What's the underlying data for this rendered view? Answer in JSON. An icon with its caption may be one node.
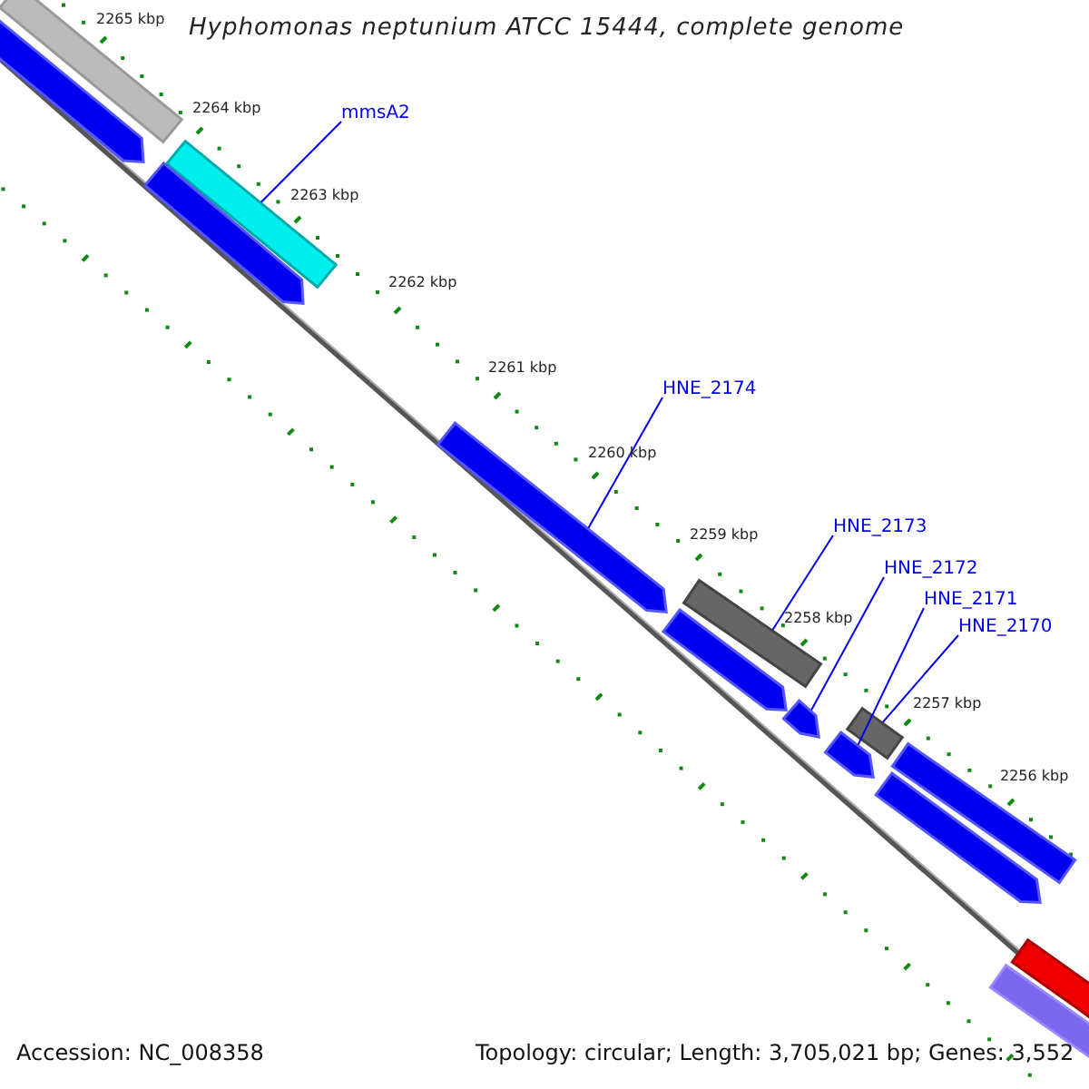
{
  "diagram": {
    "title": "Hyphomonas neptunium ATCC 15444, complete genome",
    "nodes": [
      {
        "text": [
          "mmsA2"
        ]
      },
      {
        "text": [],
        "shape": "bar"
      },
      {
        "text": [
          "HNE_2174"
        ]
      },
      {
        "text": [],
        "shape": "bar"
      },
      {
        "text": [
          "HNE_2173"
        ]
      },
      {
        "text": [],
        "shape": "bar"
      },
      {
        "text": [
          "HNE_2172"
        ]
      },
      {
        "text": [],
        "shape": "bar"
      },
      {
        "text": [
          "HNE_2171"
        ]
      },
      {
        "text": [],
        "shape": "bar"
      },
      {
        "text": [
          "HNE_2170"
        ]
      },
      {
        "text": [],
        "shape": "bar"
      },
      {
        "text": [],
        "shape": "bar"
      },
      {
        "text": [],
        "shape": "bar"
      },
      {
        "text": [],
        "shape": "bar"
      },
      {
        "text": [],
        "shape": "bar"
      },
      {
        "text": [],
        "shape": "bar"
      },
      {
        "text": [],
        "shape": "bar"
      },
      {
        "text": [],
        "shape": "bar"
      },
      {
        "text": [],
        "shape": "bar"
      }
    ],
    "edges": [
      {
        "from": 0,
        "to": 1,
        "arrow": "none"
      },
      {
        "from": 2,
        "to": 3,
        "arrow": "none"
      },
      {
        "from": 4,
        "to": 5,
        "arrow": "none"
      },
      {
        "from": 6,
        "to": 7,
        "arrow": "none"
      },
      {
        "from": 8,
        "to": 9,
        "arrow": "none"
      },
      {
        "from": 10,
        "to": 11,
        "arrow": "none"
      }
    ],
    "labels": [
      "2265 kbp",
      "2264 kbp",
      "2263 kbp",
      "2262 kbp",
      "2261 kbp",
      "2260 kbp",
      "2259 kbp",
      "2258 kbp",
      "2257 kbp",
      "2256 kbp",
      "Accession: NC_008358",
      "Topology: circular; Length: 3,705,021 bp; Genes: 3,552"
    ]
  }
}
